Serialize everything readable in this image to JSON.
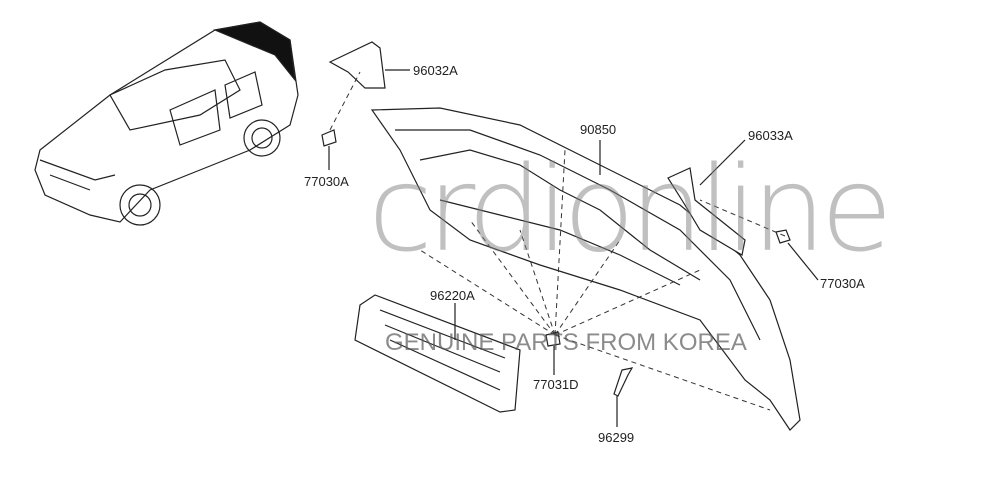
{
  "watermark": {
    "brand": "crdionline",
    "tagline": "GENUINE PARTS FROM KOREA"
  },
  "parts": [
    {
      "id": "p1",
      "number": "96032A"
    },
    {
      "id": "p2",
      "number": "90850"
    },
    {
      "id": "p3",
      "number": "77030A"
    },
    {
      "id": "p4",
      "number": "96033A"
    },
    {
      "id": "p5",
      "number": "77030A"
    },
    {
      "id": "p6",
      "number": "96220A"
    },
    {
      "id": "p7",
      "number": "77031D"
    },
    {
      "id": "p8",
      "number": "96299"
    }
  ]
}
